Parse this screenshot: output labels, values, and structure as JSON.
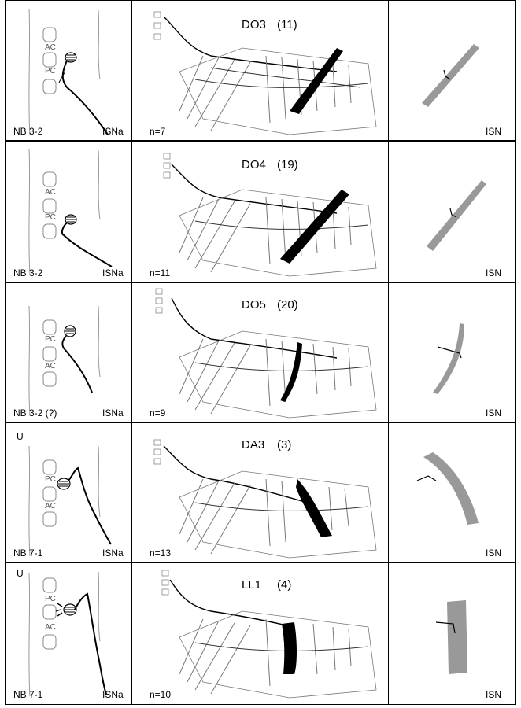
{
  "rows": [
    {
      "u_mark": "",
      "neuroblast": "NB 3-2",
      "nerve_left": "ISNa",
      "top_label": "AC",
      "bottom_label": "PC",
      "muscle_name": "DO3",
      "muscle_number": "(11)",
      "n_label": "n=7",
      "nerve_right": "ISN"
    },
    {
      "u_mark": "",
      "neuroblast": "NB 3-2",
      "nerve_left": "ISNa",
      "top_label": "AC",
      "bottom_label": "PC",
      "muscle_name": "DO4",
      "muscle_number": "(19)",
      "n_label": "n=11",
      "nerve_right": "ISN"
    },
    {
      "u_mark": "",
      "neuroblast": "NB 3-2 (?)",
      "nerve_left": "ISNa",
      "top_label": "PC",
      "bottom_label": "AC",
      "muscle_name": "DO5",
      "muscle_number": "(20)",
      "n_label": "n=9",
      "nerve_right": "ISN"
    },
    {
      "u_mark": "U",
      "neuroblast": "NB 7-1",
      "nerve_left": "ISNa",
      "top_label": "PC",
      "bottom_label": "AC",
      "muscle_name": "DA3",
      "muscle_number": "(3)",
      "n_label": "n=13",
      "nerve_right": "ISN"
    },
    {
      "u_mark": "U",
      "neuroblast": "NB 7-1",
      "nerve_left": "ISNa",
      "top_label": "PC",
      "bottom_label": "AC",
      "muscle_name": "LL1",
      "muscle_number": "(4)",
      "n_label": "n=10",
      "nerve_right": "ISN"
    }
  ]
}
